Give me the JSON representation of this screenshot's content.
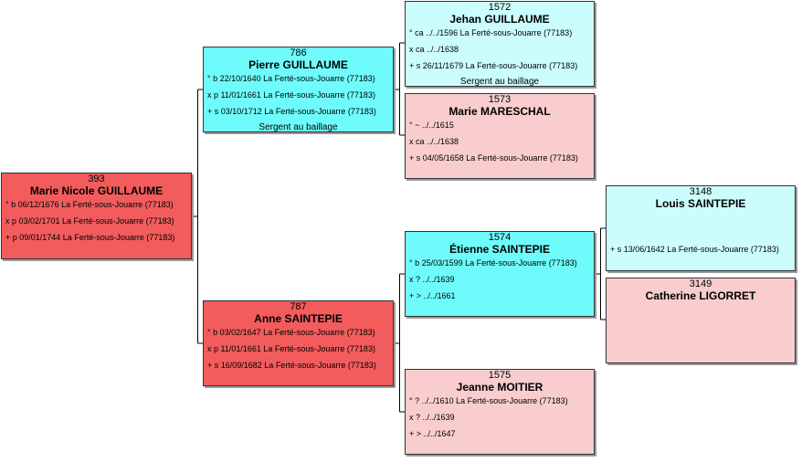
{
  "persons": {
    "p393": {
      "sosa": "393",
      "name": "Marie Nicole GUILLAUME",
      "birth": "° b 06/12/1676 La Ferté-sous-Jouarre (77183)",
      "marriage": "x p 03/02/1701 La Ferté-sous-Jouarre (77183)",
      "death": "+ p 09/01/1744 La Ferté-sous-Jouarre (77183)"
    },
    "p786": {
      "sosa": "786",
      "name": "Pierre GUILLAUME",
      "birth": "° b 22/10/1640 La Ferté-sous-Jouarre (77183)",
      "marriage": "x p 11/01/1661 La Ferté-sous-Jouarre (77183)",
      "death": "+ s 03/10/1712 La Ferté-sous-Jouarre (77183)",
      "note": "Sergent au baillage"
    },
    "p787": {
      "sosa": "787",
      "name": "Anne SAINTEPIE",
      "birth": "° b 03/02/1647 La Ferté-sous-Jouarre (77183)",
      "marriage": "x p 11/01/1661 La Ferté-sous-Jouarre (77183)",
      "death": "+ s 16/09/1682 La Ferté-sous-Jouarre (77183)"
    },
    "p1572": {
      "sosa": "1572",
      "name": "Jehan GUILLAUME",
      "birth": "° ca ../../1596 La Ferté-sous-Jouarre (77183)",
      "marriage": "x ca ../../1638",
      "death": "+ s 26/11/1679 La Ferté-sous-Jouarre (77183)",
      "note": "Sergent au baillage"
    },
    "p1573": {
      "sosa": "1573",
      "name": "Marie MARESCHAL",
      "birth": "° ~ ../../1615",
      "marriage": "x ca ../../1638",
      "death": "+ s 04/05/1658 La Ferté-sous-Jouarre (77183)"
    },
    "p1574": {
      "sosa": "1574",
      "name": "Étienne SAINTEPIE",
      "birth": "° b 25/03/1599 La Ferté-sous-Jouarre (77183)",
      "marriage": "x ? ../../1639",
      "death": "+ > ../../1661"
    },
    "p1575": {
      "sosa": "1575",
      "name": "Jeanne MOITIER",
      "birth": "° ? ../../1610 La Ferté-sous-Jouarre (77183)",
      "marriage": "x ? ../../1639",
      "death": "+ > ../../1647"
    },
    "p3148": {
      "sosa": "3148",
      "name": "Louis SAINTEPIE",
      "death": "+ s 13/06/1642 La Ferté-sous-Jouarre (77183)"
    },
    "p3149": {
      "sosa": "3149",
      "name": "Catherine LIGORRET"
    }
  },
  "colors": {
    "direct_female": "#f25c5c",
    "direct_male": "#6ffbfb",
    "male": "#ccfdfd",
    "female": "#f9cdcd",
    "line": "#000000"
  }
}
